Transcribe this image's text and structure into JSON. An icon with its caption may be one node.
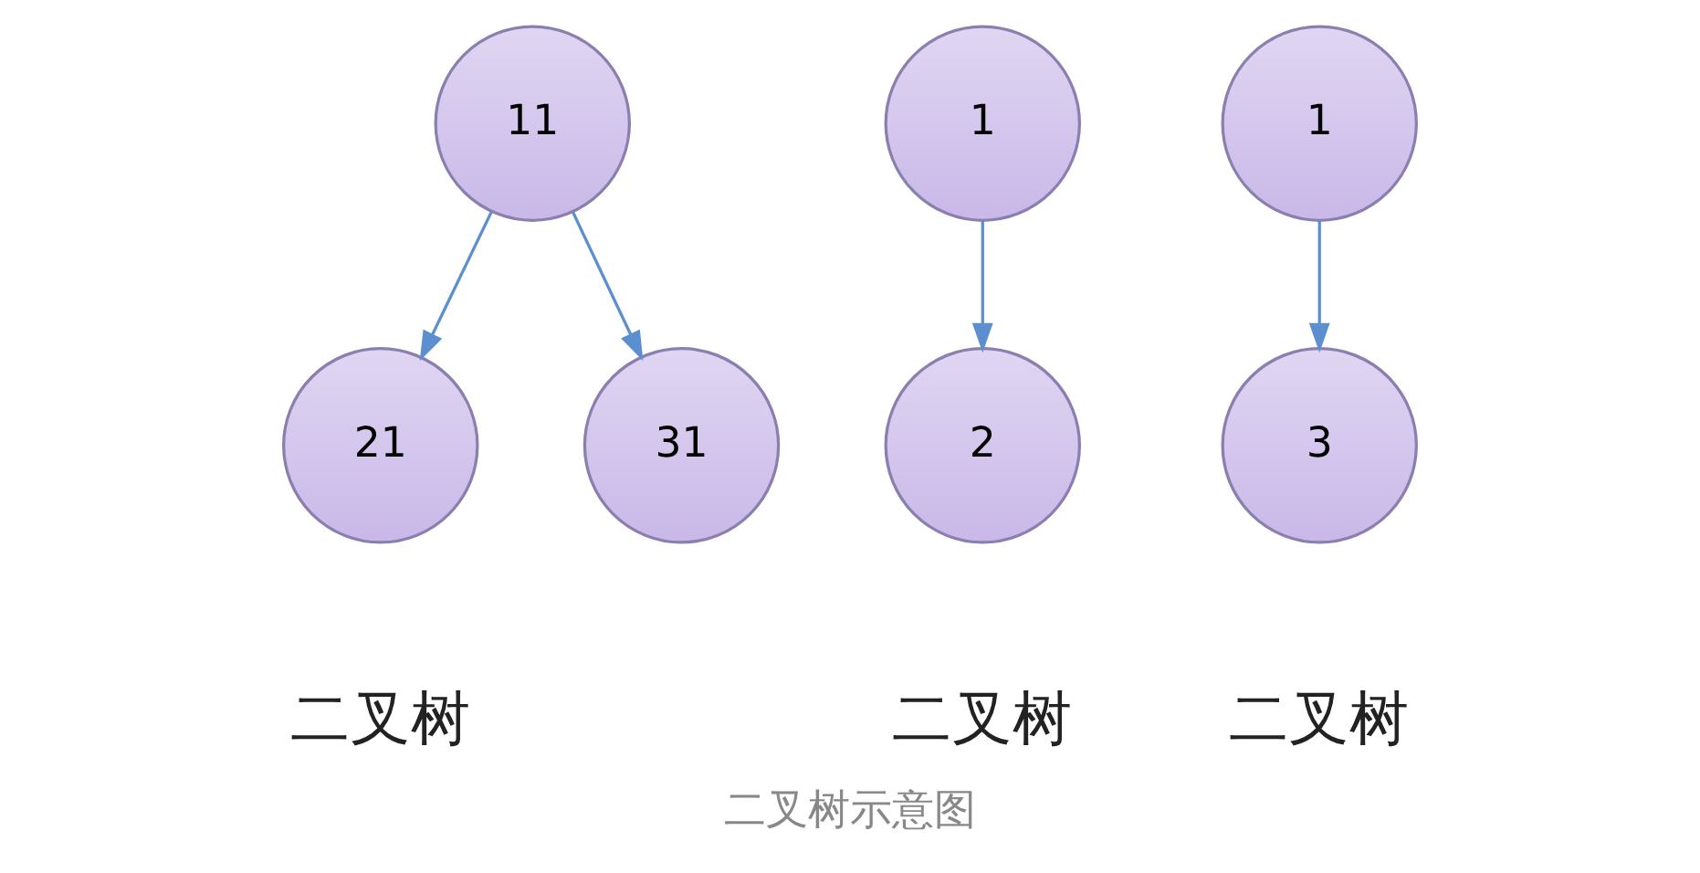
{
  "diagram": {
    "caption": "二叉树示意图",
    "nodes": [
      {
        "text": [
          "11"
        ]
      },
      {
        "text": [
          "21"
        ]
      },
      {
        "text": [
          "31"
        ]
      },
      {
        "text": [
          "1"
        ]
      },
      {
        "text": [
          "2"
        ]
      },
      {
        "text": [
          "1"
        ]
      },
      {
        "text": [
          "3"
        ]
      }
    ],
    "edges": [
      {
        "from": 0,
        "to": 1,
        "arrow": "to"
      },
      {
        "from": 0,
        "to": 2,
        "arrow": "to"
      },
      {
        "from": 3,
        "to": 4,
        "arrow": "to"
      },
      {
        "from": 5,
        "to": 6,
        "arrow": "to"
      }
    ],
    "labels": [
      "二叉树",
      "二叉树",
      "二叉树"
    ]
  }
}
